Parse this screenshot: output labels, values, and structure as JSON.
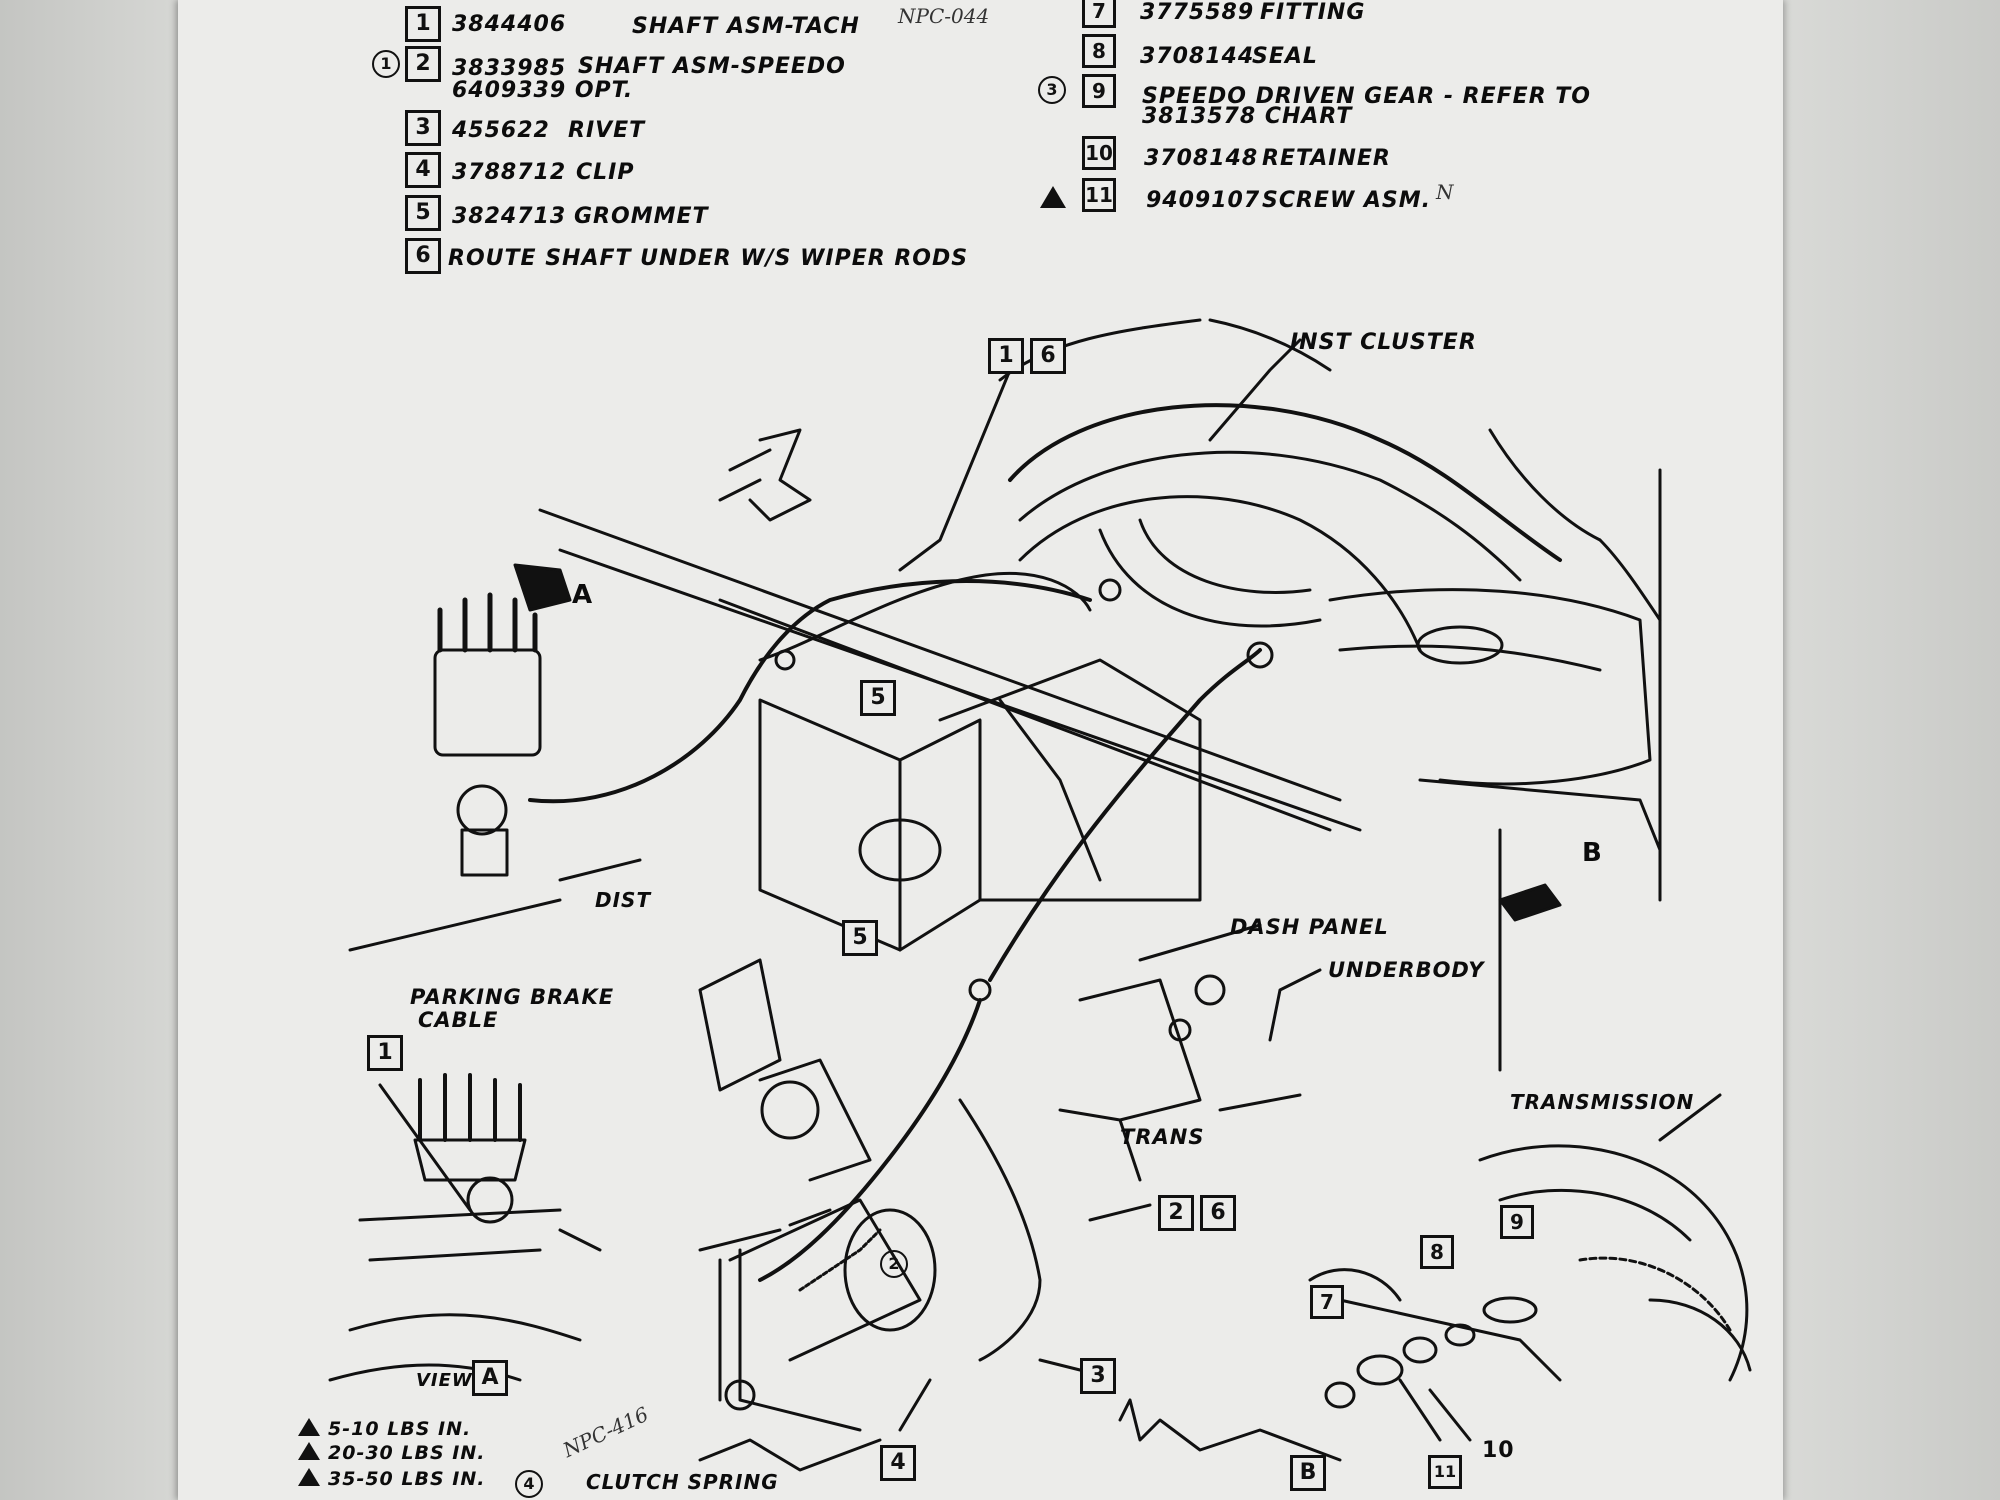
{
  "parts_list": {
    "left": [
      {
        "num": "1",
        "part": "3844406",
        "desc": "SHAFT ASM-TACH",
        "note": "NPC-044"
      },
      {
        "num": "2",
        "part": "3833985",
        "desc": "SHAFT ASM-SPEEDO",
        "opt": "6409339 OPT.",
        "circled": "1"
      },
      {
        "num": "3",
        "part": "455622",
        "desc": "RIVET"
      },
      {
        "num": "4",
        "part": "3788712",
        "desc": "CLIP"
      },
      {
        "num": "5",
        "part": "3824713",
        "desc": "GROMMET"
      },
      {
        "num": "6",
        "part": "",
        "desc": "ROUTE SHAFT UNDER W/S WIPER RODS"
      }
    ],
    "right": [
      {
        "num": "7",
        "part": "3775589",
        "desc": "FITTING"
      },
      {
        "num": "8",
        "part": "3708144",
        "desc": "SEAL"
      },
      {
        "num": "9",
        "part": "",
        "desc": "SPEEDO DRIVEN GEAR - REFER TO",
        "desc2": "3813578 CHART",
        "circled": "3"
      },
      {
        "num": "10",
        "part": "3708148",
        "desc": "RETAINER"
      },
      {
        "num": "11",
        "part": "9409107",
        "desc": "SCREW ASM.",
        "note": "N"
      }
    ]
  },
  "diagram_labels": {
    "inst_cluster": "INST CLUSTER",
    "dist": "DIST",
    "parking_brake_1": "PARKING BRAKE",
    "parking_brake_2": "CABLE",
    "dash_panel": "DASH PANEL",
    "underbody": "UNDERBODY",
    "trans": "TRANS",
    "transmission": "TRANSMISSION",
    "view_a_label": "VIEW",
    "view_a": "A",
    "view_b": "B",
    "marker_a": "A",
    "marker_b": "B",
    "clutch_spring": "CLUTCH SPRING",
    "handwritten_note": "NPC-416",
    "circled_4": "4",
    "circled_2": "2"
  },
  "callouts": {
    "c1a": "1",
    "c6a": "6",
    "c5a": "5",
    "c5b": "5",
    "c1b": "1",
    "c2": "2",
    "c6b": "6",
    "c3": "3",
    "c4": "4",
    "c7": "7",
    "c8": "8",
    "c9": "9",
    "c10": "10",
    "c11": "11"
  },
  "torque_legend": [
    {
      "symbol": "triangle-dot",
      "text": "5-10 LBS IN."
    },
    {
      "symbol": "triangle-line",
      "text": "20-30 LBS IN."
    },
    {
      "symbol": "triangle",
      "text": "35-50 LBS IN."
    }
  ],
  "colors": {
    "paper": "#ececea",
    "ink": "#111111",
    "background": "#d2d3d0"
  }
}
